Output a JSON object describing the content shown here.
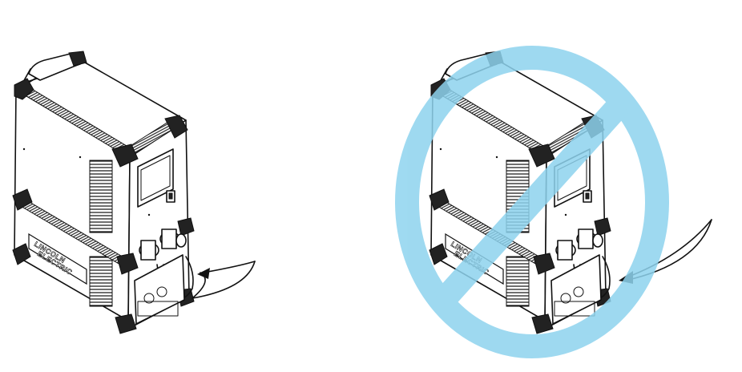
{
  "figure": {
    "left_panel": {
      "machine_label_line1": "LINCOLN",
      "machine_label_line2": "ELECTRIC"
    },
    "right_panel": {
      "machine_label_line1": "LINCOLN",
      "machine_label_line2": "ELECTRIC",
      "prohibition_color": "#8ed3ee"
    },
    "line_color": "#111111",
    "background_color": "#ffffff"
  }
}
